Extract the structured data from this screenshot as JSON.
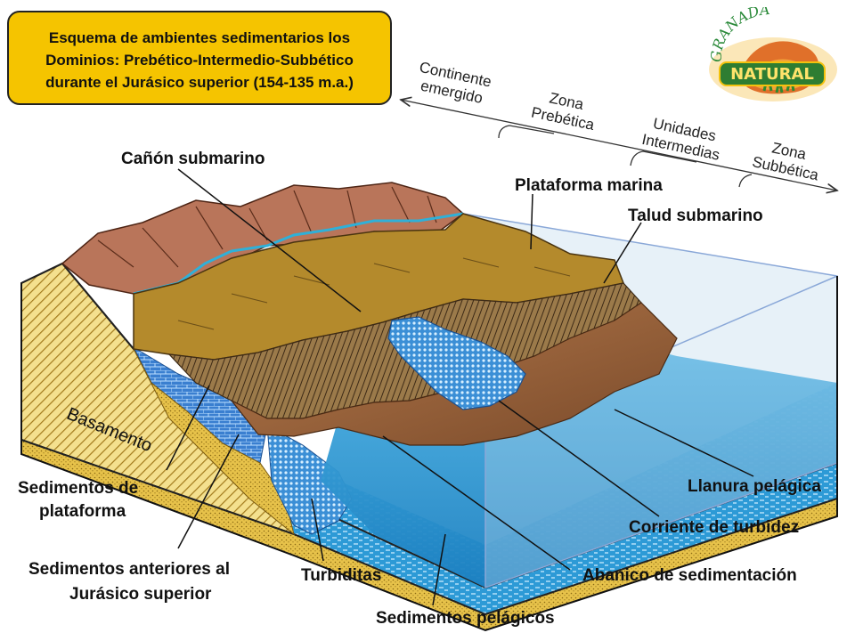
{
  "title": {
    "line1": "Esquema de ambientes sedimentarios los",
    "line2a": "Dominios: ",
    "line2b": "Prebético-Intermedio-Subbético",
    "line3": "durante el Jurásico superior (154-135 m.a.)"
  },
  "logo": {
    "arc_text": "GRANADA",
    "main_text": "NATURAL"
  },
  "zones": {
    "continente": [
      "Continente",
      "emergido"
    ],
    "prebetica": [
      "Zona",
      "Prebética"
    ],
    "intermedias": [
      "Unidades",
      "Intermedias"
    ],
    "subbetica": [
      "Zona",
      "Subbética"
    ]
  },
  "labels": {
    "canon": "Cañón submarino",
    "plataforma_marina": "Plataforma marina",
    "talud": "Talud submarino",
    "basamento": "Basamento",
    "sed_plataforma": [
      "Sedimentos de",
      "plataforma"
    ],
    "sed_anteriores": [
      "Sedimentos anteriores al",
      "Jurásico superior"
    ],
    "turbiditas": "Turbiditas",
    "sed_pelagicos": "Sedimentos pelágicos",
    "llanura": "Llanura pelágica",
    "corriente": "Corriente de turbidez",
    "abanico": "Abanico de sedimentación"
  },
  "colors": {
    "title_bg": "#f5c400",
    "sea": "#3aa6d8",
    "sea_deep": "#1f86c4",
    "shelf": "#b78a2a",
    "slope": "#8a5a33",
    "mountain": "#b56a4a",
    "basement": "#f2d67a"
  }
}
